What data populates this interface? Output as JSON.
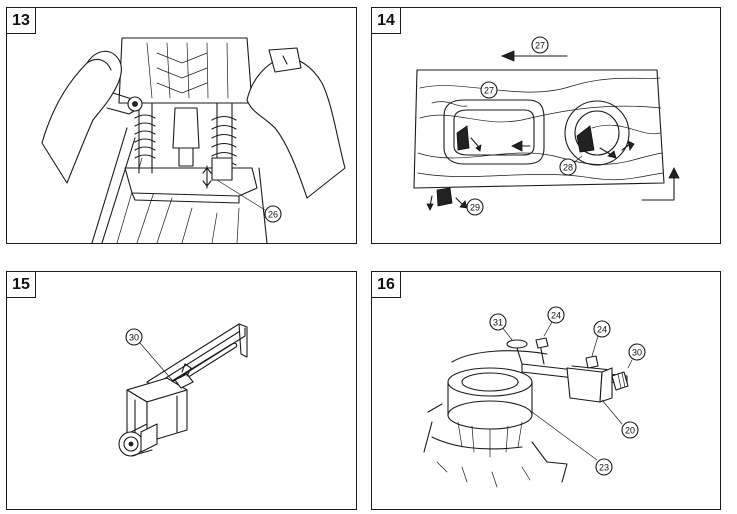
{
  "figures": [
    {
      "number": "13",
      "callouts": [
        "26"
      ]
    },
    {
      "number": "14",
      "callouts": [
        "27",
        "27",
        "28",
        "29"
      ]
    },
    {
      "number": "15",
      "callouts": [
        "30"
      ]
    },
    {
      "number": "16",
      "callouts": [
        "31",
        "24",
        "24",
        "30",
        "20",
        "23"
      ]
    }
  ],
  "colors": {
    "line": "#1a1a1a",
    "background": "#ffffff"
  }
}
